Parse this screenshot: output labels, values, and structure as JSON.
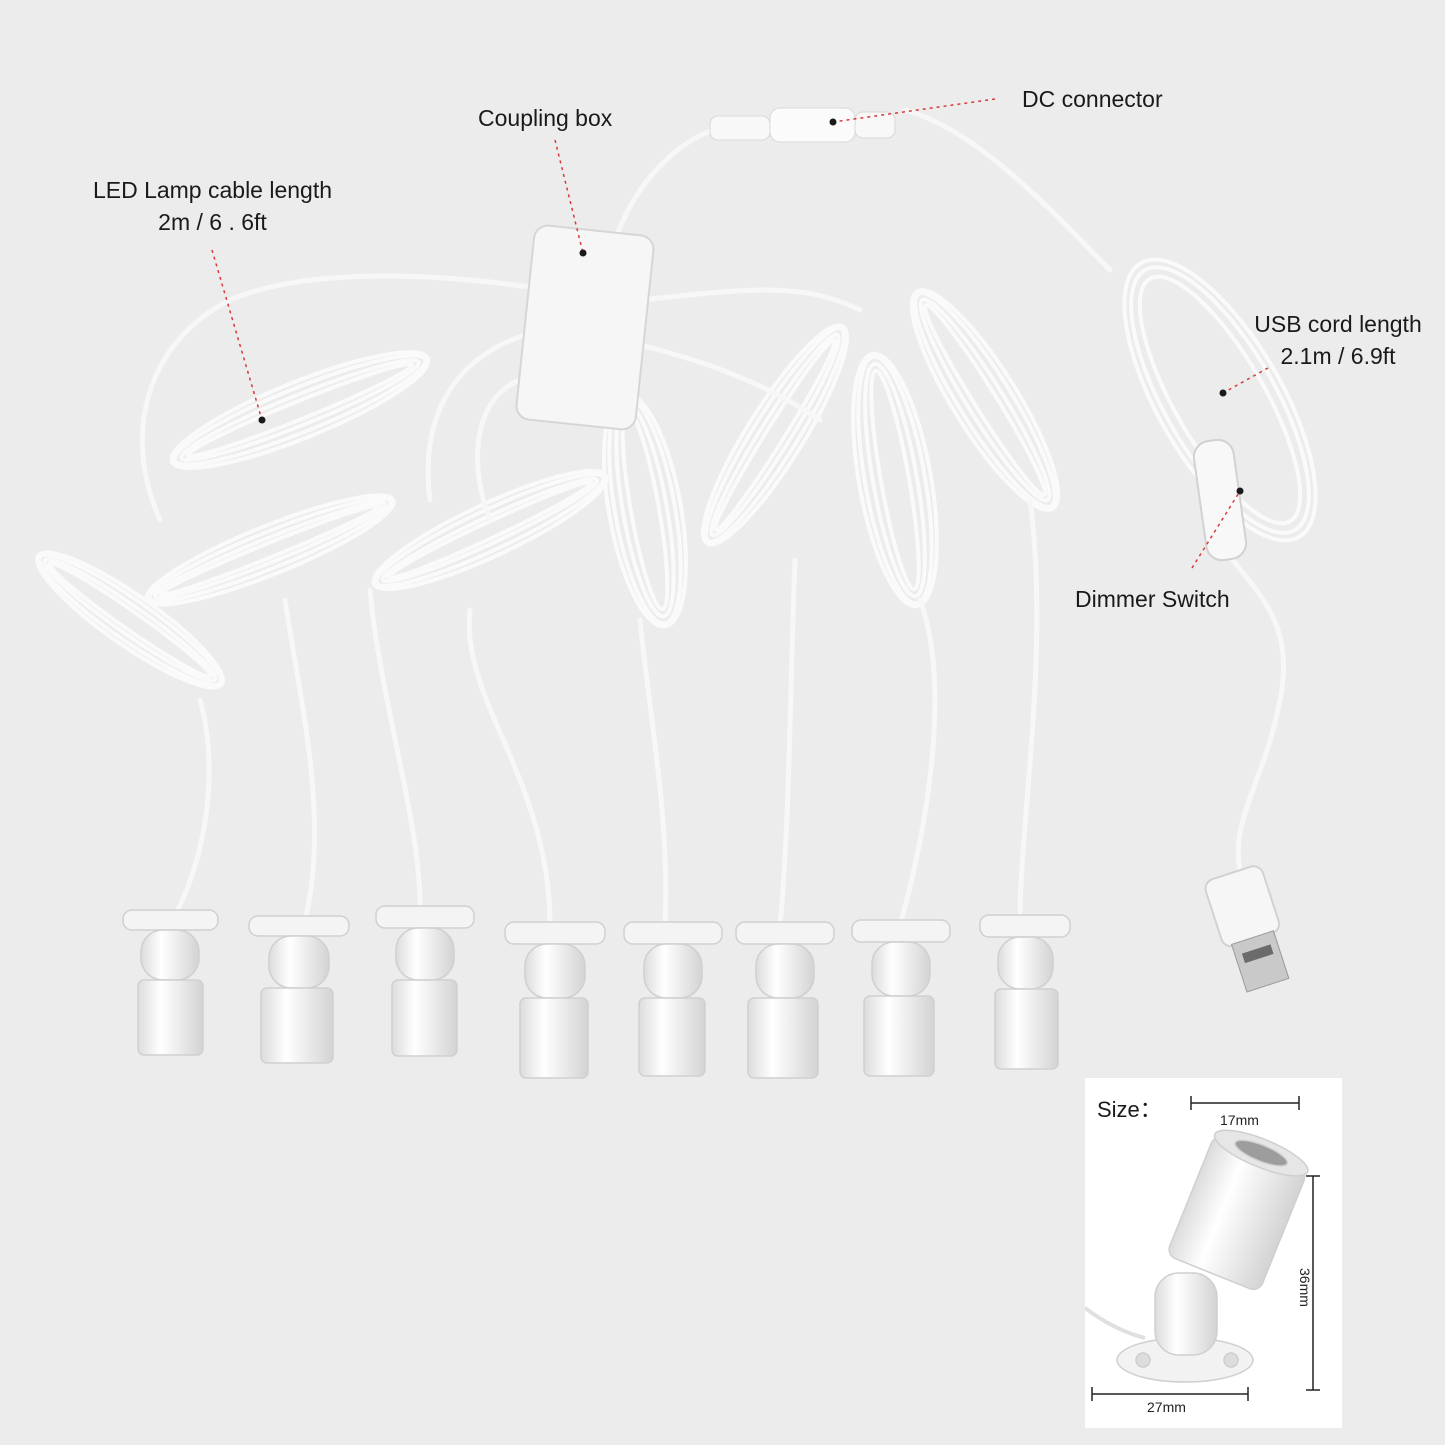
{
  "callouts": {
    "dc_connector": "DC connector",
    "coupling_box": "Coupling box",
    "led_cable_line1": "LED Lamp cable length",
    "led_cable_line2": "2m / 6 . 6ft",
    "usb_cord_line1": "USB cord length",
    "usb_cord_line2": "2.1m / 6.9ft",
    "dimmer_switch": "Dimmer Switch"
  },
  "size_inset": {
    "title": "Size：",
    "width_top": "17mm",
    "height": "36mm",
    "width_base": "27mm"
  },
  "colors": {
    "background": "#ececed",
    "cable": "#f7f7f7",
    "leader_line": "#d83a3a"
  },
  "lamp_count": 8
}
